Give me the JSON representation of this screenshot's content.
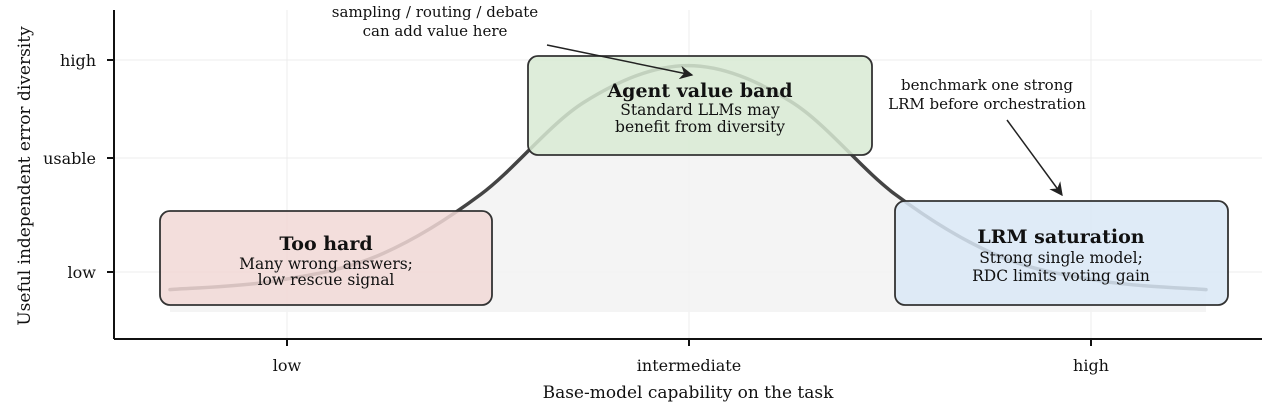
{
  "chart_data": {
    "type": "area",
    "title": "",
    "xlabel": "Base-model capability on the task",
    "ylabel": "Useful independent error diversity",
    "x_ticks": [
      "low",
      "intermediate",
      "high"
    ],
    "y_ticks": [
      "low",
      "usable",
      "high"
    ],
    "grid": true,
    "series": [
      {
        "x": [
          0.0,
          0.1,
          0.2,
          0.3,
          0.4,
          0.5,
          0.6,
          0.7,
          0.8,
          0.9,
          1.0
        ],
        "y": [
          0.08,
          0.11,
          0.2,
          0.42,
          0.75,
          0.88,
          0.75,
          0.42,
          0.2,
          0.11,
          0.08
        ]
      }
    ],
    "regions": [
      {
        "title": "Too hard",
        "line1": "Many wrong answers;",
        "line2": "low rescue signal",
        "color": "#f1d8d6"
      },
      {
        "title": "Agent value band",
        "line1": "Standard LLMs may",
        "line2": "benefit from diversity",
        "color": "#d8ead4"
      },
      {
        "title": "LRM saturation",
        "line1": "Strong single model;",
        "line2": "RDC limits voting gain",
        "color": "#d9e8f6"
      }
    ],
    "annotations": [
      {
        "line1": "sampling / routing / debate",
        "line2": "can add value here"
      },
      {
        "line1": "benchmark one strong",
        "line2": "LRM before orchestration"
      }
    ]
  }
}
